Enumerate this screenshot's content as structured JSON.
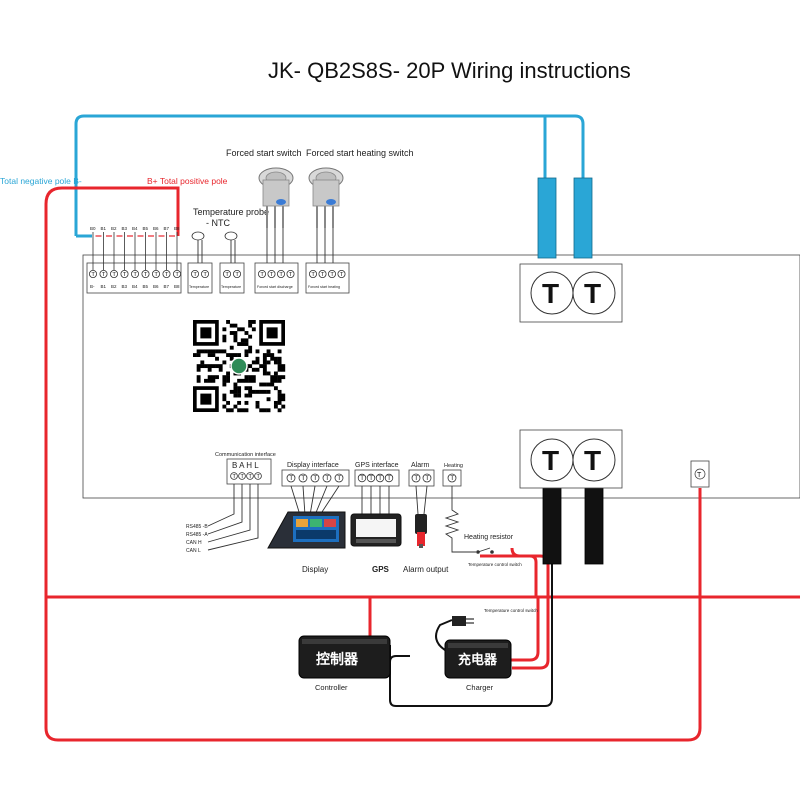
{
  "title": "JK- QB2S8S- 20P Wiring instructions",
  "poles": {
    "negative": "Total negative pole B-",
    "positive": "B+ Total positive pole"
  },
  "switches": {
    "forced_start": "Forced start switch",
    "forced_heating": "Forced start heating switch"
  },
  "temperature_probe": {
    "line1": "Temperature probe",
    "line2": "- NTC"
  },
  "balance_top_labels": [
    "B0",
    "B1",
    "B2",
    "B3",
    "B4",
    "B5",
    "B6",
    "B7",
    "B8"
  ],
  "balance_bottom_labels": [
    "B-",
    "B1",
    "B2",
    "B3",
    "B4",
    "B5",
    "B6",
    "B7",
    "B8"
  ],
  "terminal_glyph": "T",
  "small_labels": {
    "temperature_1": "Temperature",
    "temperature_2": "Temperature",
    "forced_start_discharge": "Forced start discharge",
    "forced_start_heating": "Forced start heating"
  },
  "communication": {
    "title": "Communication interface",
    "letters": "B A H L",
    "lines": [
      "RS485 -B",
      "RS485 -A",
      "CAN H",
      "CAN L"
    ]
  },
  "display_interface": "Display interface",
  "gps_interface": "GPS interface",
  "alarm": "Alarm",
  "heating": "Heating",
  "devices": {
    "display": "Display",
    "gps": "GPS",
    "alarm_output": "Alarm output",
    "heating_resistor": "Heating resistor",
    "temp_control_switch_1": "Temperature control switch",
    "temp_control_switch_2": "Temperature control switch"
  },
  "controller": {
    "cn": "控制器",
    "en": "Controller"
  },
  "charger": {
    "cn": "充电器",
    "en": "Charger"
  },
  "colors": {
    "red_wire": "#e8262d",
    "blue_wire": "#2aa6d6",
    "black_wire": "#111111"
  }
}
